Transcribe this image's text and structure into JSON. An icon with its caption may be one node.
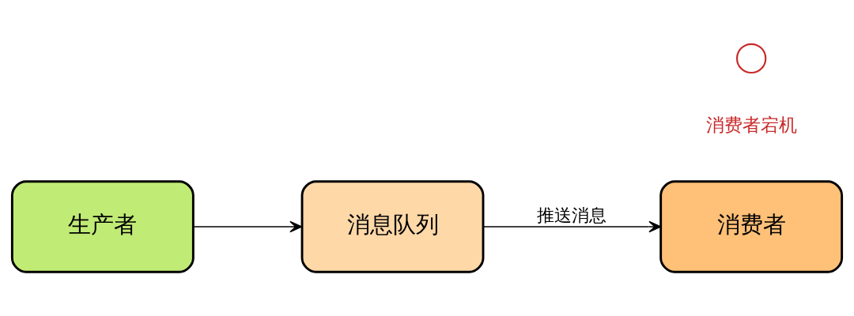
{
  "diagram": {
    "nodes": [
      {
        "text": [
          "生产者"
        ]
      },
      {
        "text": [
          "消息队列"
        ]
      },
      {
        "text": [
          "消费者"
        ],
        "beside": [
          "消费者宕机"
        ]
      },
      {
        "text": [],
        "shape": "circle"
      }
    ],
    "edges": [
      {
        "from": 0,
        "to": 1,
        "arrow": "to"
      },
      {
        "from": 1,
        "to": 2,
        "arrow": "to",
        "label": "推送消息"
      }
    ]
  }
}
